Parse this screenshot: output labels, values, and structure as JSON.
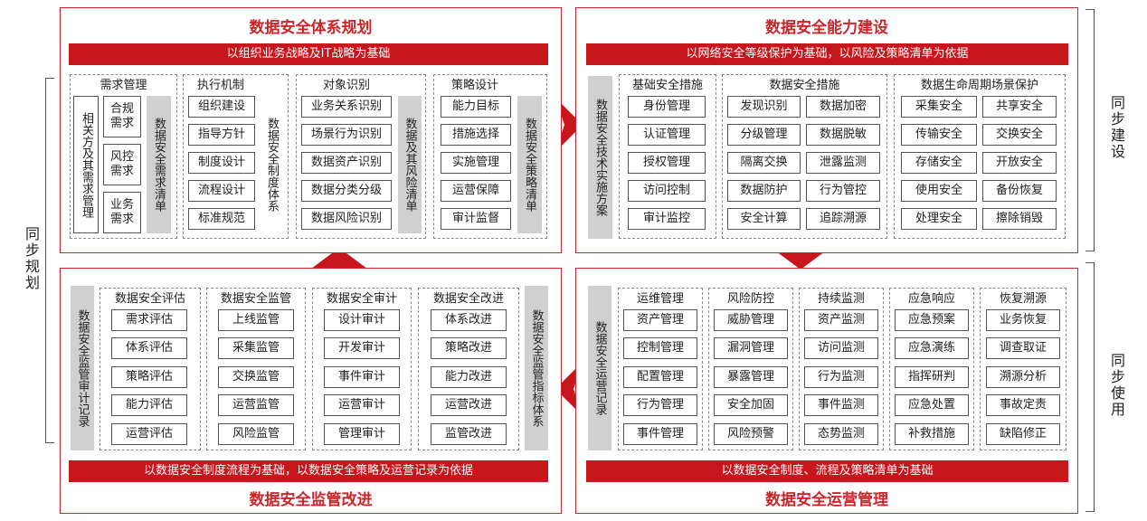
{
  "colors": {
    "accent": "#c8161d",
    "border": "#c9252b",
    "grey": "#d0d0d0"
  },
  "tl": {
    "title": "数据安全体系规划",
    "banner": "以组织业务战略及IT战略为基础",
    "g1": {
      "title": "需求管理",
      "vert": "相关方及其需求管理",
      "items": [
        "合规需求",
        "风控需求",
        "业务需求"
      ],
      "side": "数据安全需求清单"
    },
    "g2": {
      "title": "执行机制",
      "items": [
        "组织建设",
        "指导方针",
        "制度设计",
        "流程设计",
        "标准规范"
      ],
      "side": "数据安全制度体系"
    },
    "g3": {
      "title": "对象识别",
      "items": [
        "业务关系识别",
        "场景行为识别",
        "数据资产识别",
        "数据分类分级",
        "数据风险识别"
      ],
      "side": "数据及其风险清单"
    },
    "g4": {
      "title": "策略设计",
      "items": [
        "能力目标",
        "措施选择",
        "实施管理",
        "运营保障",
        "审计监督"
      ],
      "side": "数据安全策略清单"
    }
  },
  "tr": {
    "title": "数据安全能力建设",
    "banner": "以网络安全等级保护为基础，以风险及策略清单为依据",
    "side": "数据安全技术实施方案",
    "g1": {
      "title": "基础安全措施",
      "items": [
        "身份管理",
        "认证管理",
        "授权管理",
        "访问控制",
        "审计监控"
      ]
    },
    "g2": {
      "title": "数据安全措施",
      "items": [
        "发现识别",
        "数据加密",
        "分级管理",
        "数据脱敏",
        "隔离交换",
        "泄露监测",
        "数据防护",
        "行为管控",
        "安全计算",
        "追踪溯源"
      ]
    },
    "g3": {
      "title": "数据生命周期场景保护",
      "items": [
        "采集安全",
        "共享安全",
        "传输安全",
        "交换安全",
        "存储安全",
        "开放安全",
        "使用安全",
        "备份恢复",
        "处理安全",
        "擦除销毁"
      ]
    }
  },
  "bl": {
    "title": "数据安全监管改进",
    "banner": "以数据安全制度流程为基础，以数据安全策略及运营记录为依据",
    "leftside": "数据安全监管审计记录",
    "rightside": "数据安全监管指标体系",
    "g1": {
      "title": "数据安全评估",
      "items": [
        "需求评估",
        "体系评估",
        "策略评估",
        "能力评估",
        "运营评估"
      ]
    },
    "g2": {
      "title": "数据安全监管",
      "items": [
        "上线监管",
        "采集监管",
        "交换监管",
        "运营监管",
        "风险监管"
      ]
    },
    "g3": {
      "title": "数据安全审计",
      "items": [
        "设计审计",
        "开发审计",
        "事件审计",
        "运营审计",
        "管理审计"
      ]
    },
    "g4": {
      "title": "数据安全改进",
      "items": [
        "体系改进",
        "策略改进",
        "能力改进",
        "运营改进",
        "监管改进"
      ]
    }
  },
  "br": {
    "title": "数据安全运营管理",
    "banner": "以数据安全制度、流程及策略清单为基础",
    "side": "数据安全运营记录",
    "g1": {
      "title": "运维管理",
      "items": [
        "资产管理",
        "控制管理",
        "配置管理",
        "行为管理",
        "事件管理"
      ]
    },
    "g2": {
      "title": "风险防控",
      "items": [
        "威胁管理",
        "漏洞管理",
        "暴露管理",
        "安全加固",
        "风险预警"
      ]
    },
    "g3": {
      "title": "持续监测",
      "items": [
        "资产监测",
        "访问监测",
        "行为监测",
        "事件监测",
        "态势监测"
      ]
    },
    "g4": {
      "title": "应急响应",
      "items": [
        "应急预案",
        "应急演练",
        "指挥研判",
        "应急处置",
        "补救措施"
      ]
    },
    "g5": {
      "title": "恢复溯源",
      "items": [
        "业务恢复",
        "调查取证",
        "溯源分析",
        "事故定责",
        "缺陷修正"
      ]
    }
  },
  "labels": {
    "left": "同步规划",
    "right_top": "同步建设",
    "right_bottom": "同步使用"
  }
}
